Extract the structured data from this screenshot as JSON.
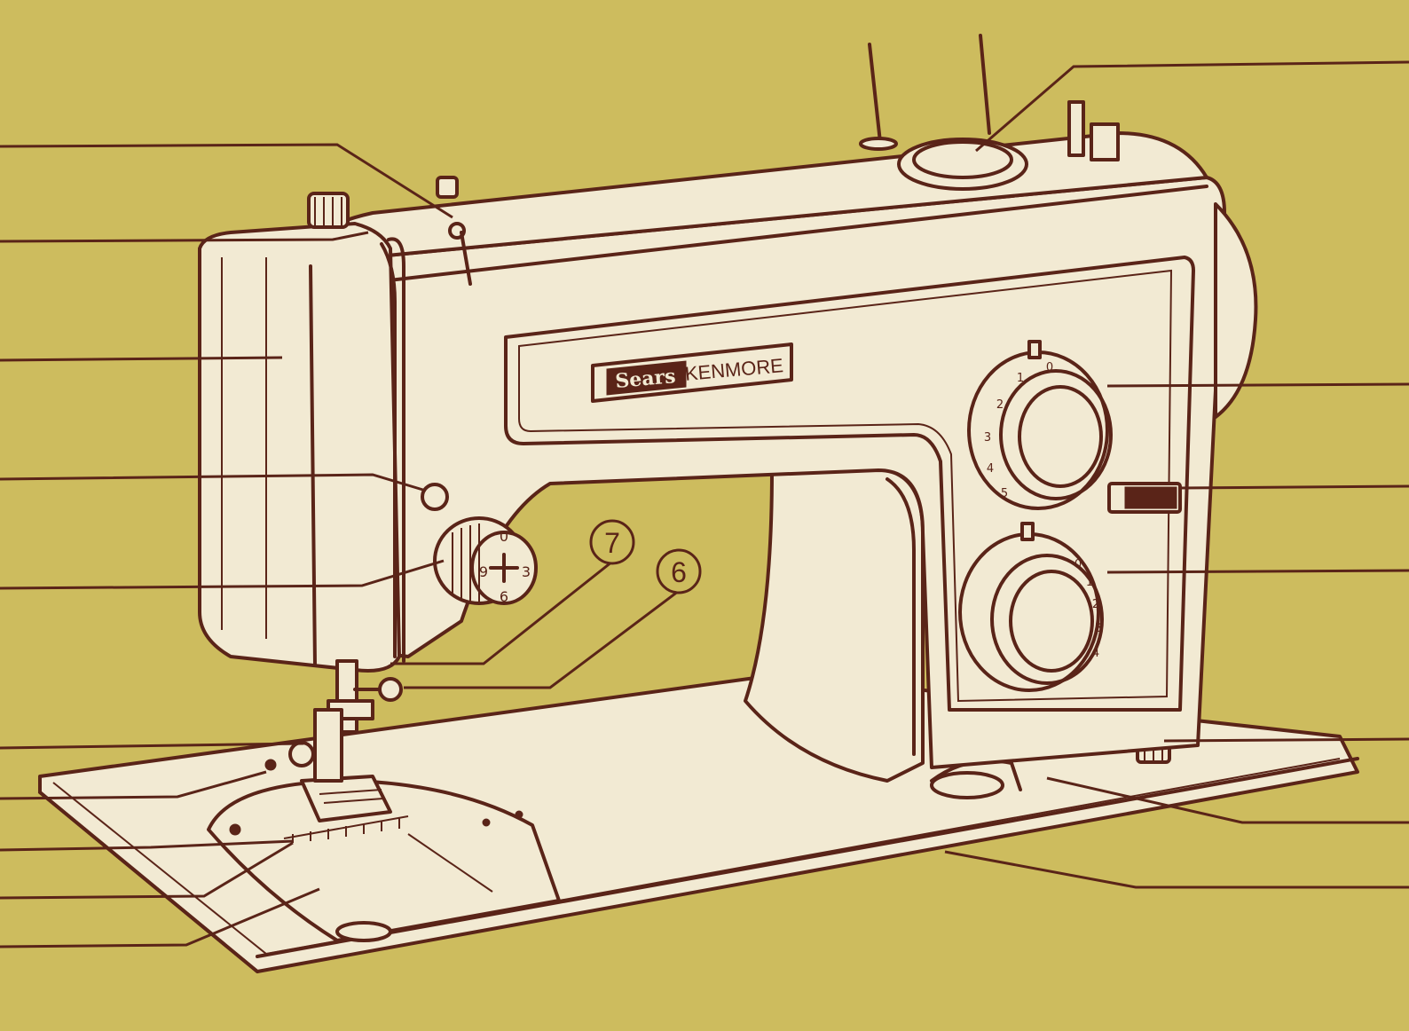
{
  "brand": {
    "badge": "Sears",
    "model": "KENMORE"
  },
  "callouts": [
    {
      "id": "callout-7",
      "number": "7"
    },
    {
      "id": "callout-6",
      "number": "6"
    }
  ],
  "dial_numbers": {
    "stitch_width": [
      "0",
      "1",
      "2",
      "3",
      "4",
      "5"
    ],
    "stitch_length": [
      "0",
      "1",
      "2",
      "3",
      "4"
    ],
    "tension": [
      "0",
      "3",
      "6",
      "9"
    ]
  },
  "colors": {
    "background": "#cdbc5e",
    "machine_body": "#f2ead3",
    "ink": "#5a2418"
  }
}
